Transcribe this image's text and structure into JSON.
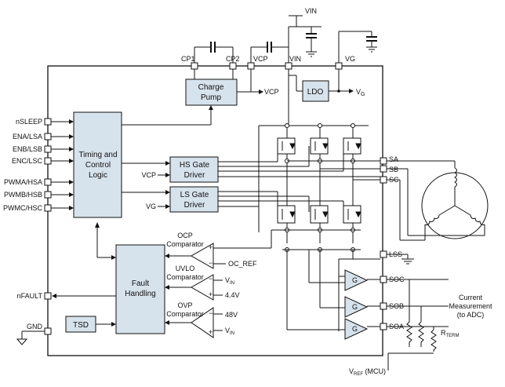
{
  "pins_left": [
    "nSLEEP",
    "ENA/LSA",
    "ENB/LSB",
    "ENC/LSC",
    "PWMA/HSA",
    "PWMB/HSB",
    "PWMC/HSC",
    "nFAULT",
    "GND"
  ],
  "pins_top": [
    "CP1",
    "CP2",
    "VCP",
    "VIN",
    "VG"
  ],
  "pins_right": [
    "SA",
    "SB",
    "SC",
    "LSS",
    "SOC",
    "SOB",
    "SOA"
  ],
  "top_rails": [
    "VIN",
    "VIN"
  ],
  "blocks": {
    "charge_pump": [
      "Charge",
      "Pump"
    ],
    "ldo": "LDO",
    "timing": [
      "Timing and",
      "Control",
      "Logic"
    ],
    "hs_gate": [
      "HS Gate",
      "Driver"
    ],
    "ls_gate": [
      "LS Gate",
      "Driver"
    ],
    "fault": [
      "Fault",
      "Handling"
    ],
    "tsd": "TSD",
    "amp": "G"
  },
  "signals": {
    "vcp_out": "VCP",
    "vg_out_main": "V",
    "vg_out_sub": "G",
    "vcp_in": "VCP",
    "vg_in": "VG",
    "oc_ref": "OC_REF",
    "v_main": "V",
    "v_in_sub": "IN",
    "v44": "4.4V",
    "v48": "48V"
  },
  "comparators": {
    "ocp": [
      "OCP",
      "Comparator"
    ],
    "uvlo": [
      "UVLO",
      "Comparator"
    ],
    "ovp": [
      "OVP",
      "Comparator"
    ]
  },
  "external": {
    "current_meas": [
      "Current",
      "Measurement",
      "(to ADC)"
    ],
    "rterm_main": "R",
    "rterm_sub": "TERM",
    "vref_main": "V",
    "vref_sub": "REF",
    "vref_suffix": " (MCU)"
  }
}
